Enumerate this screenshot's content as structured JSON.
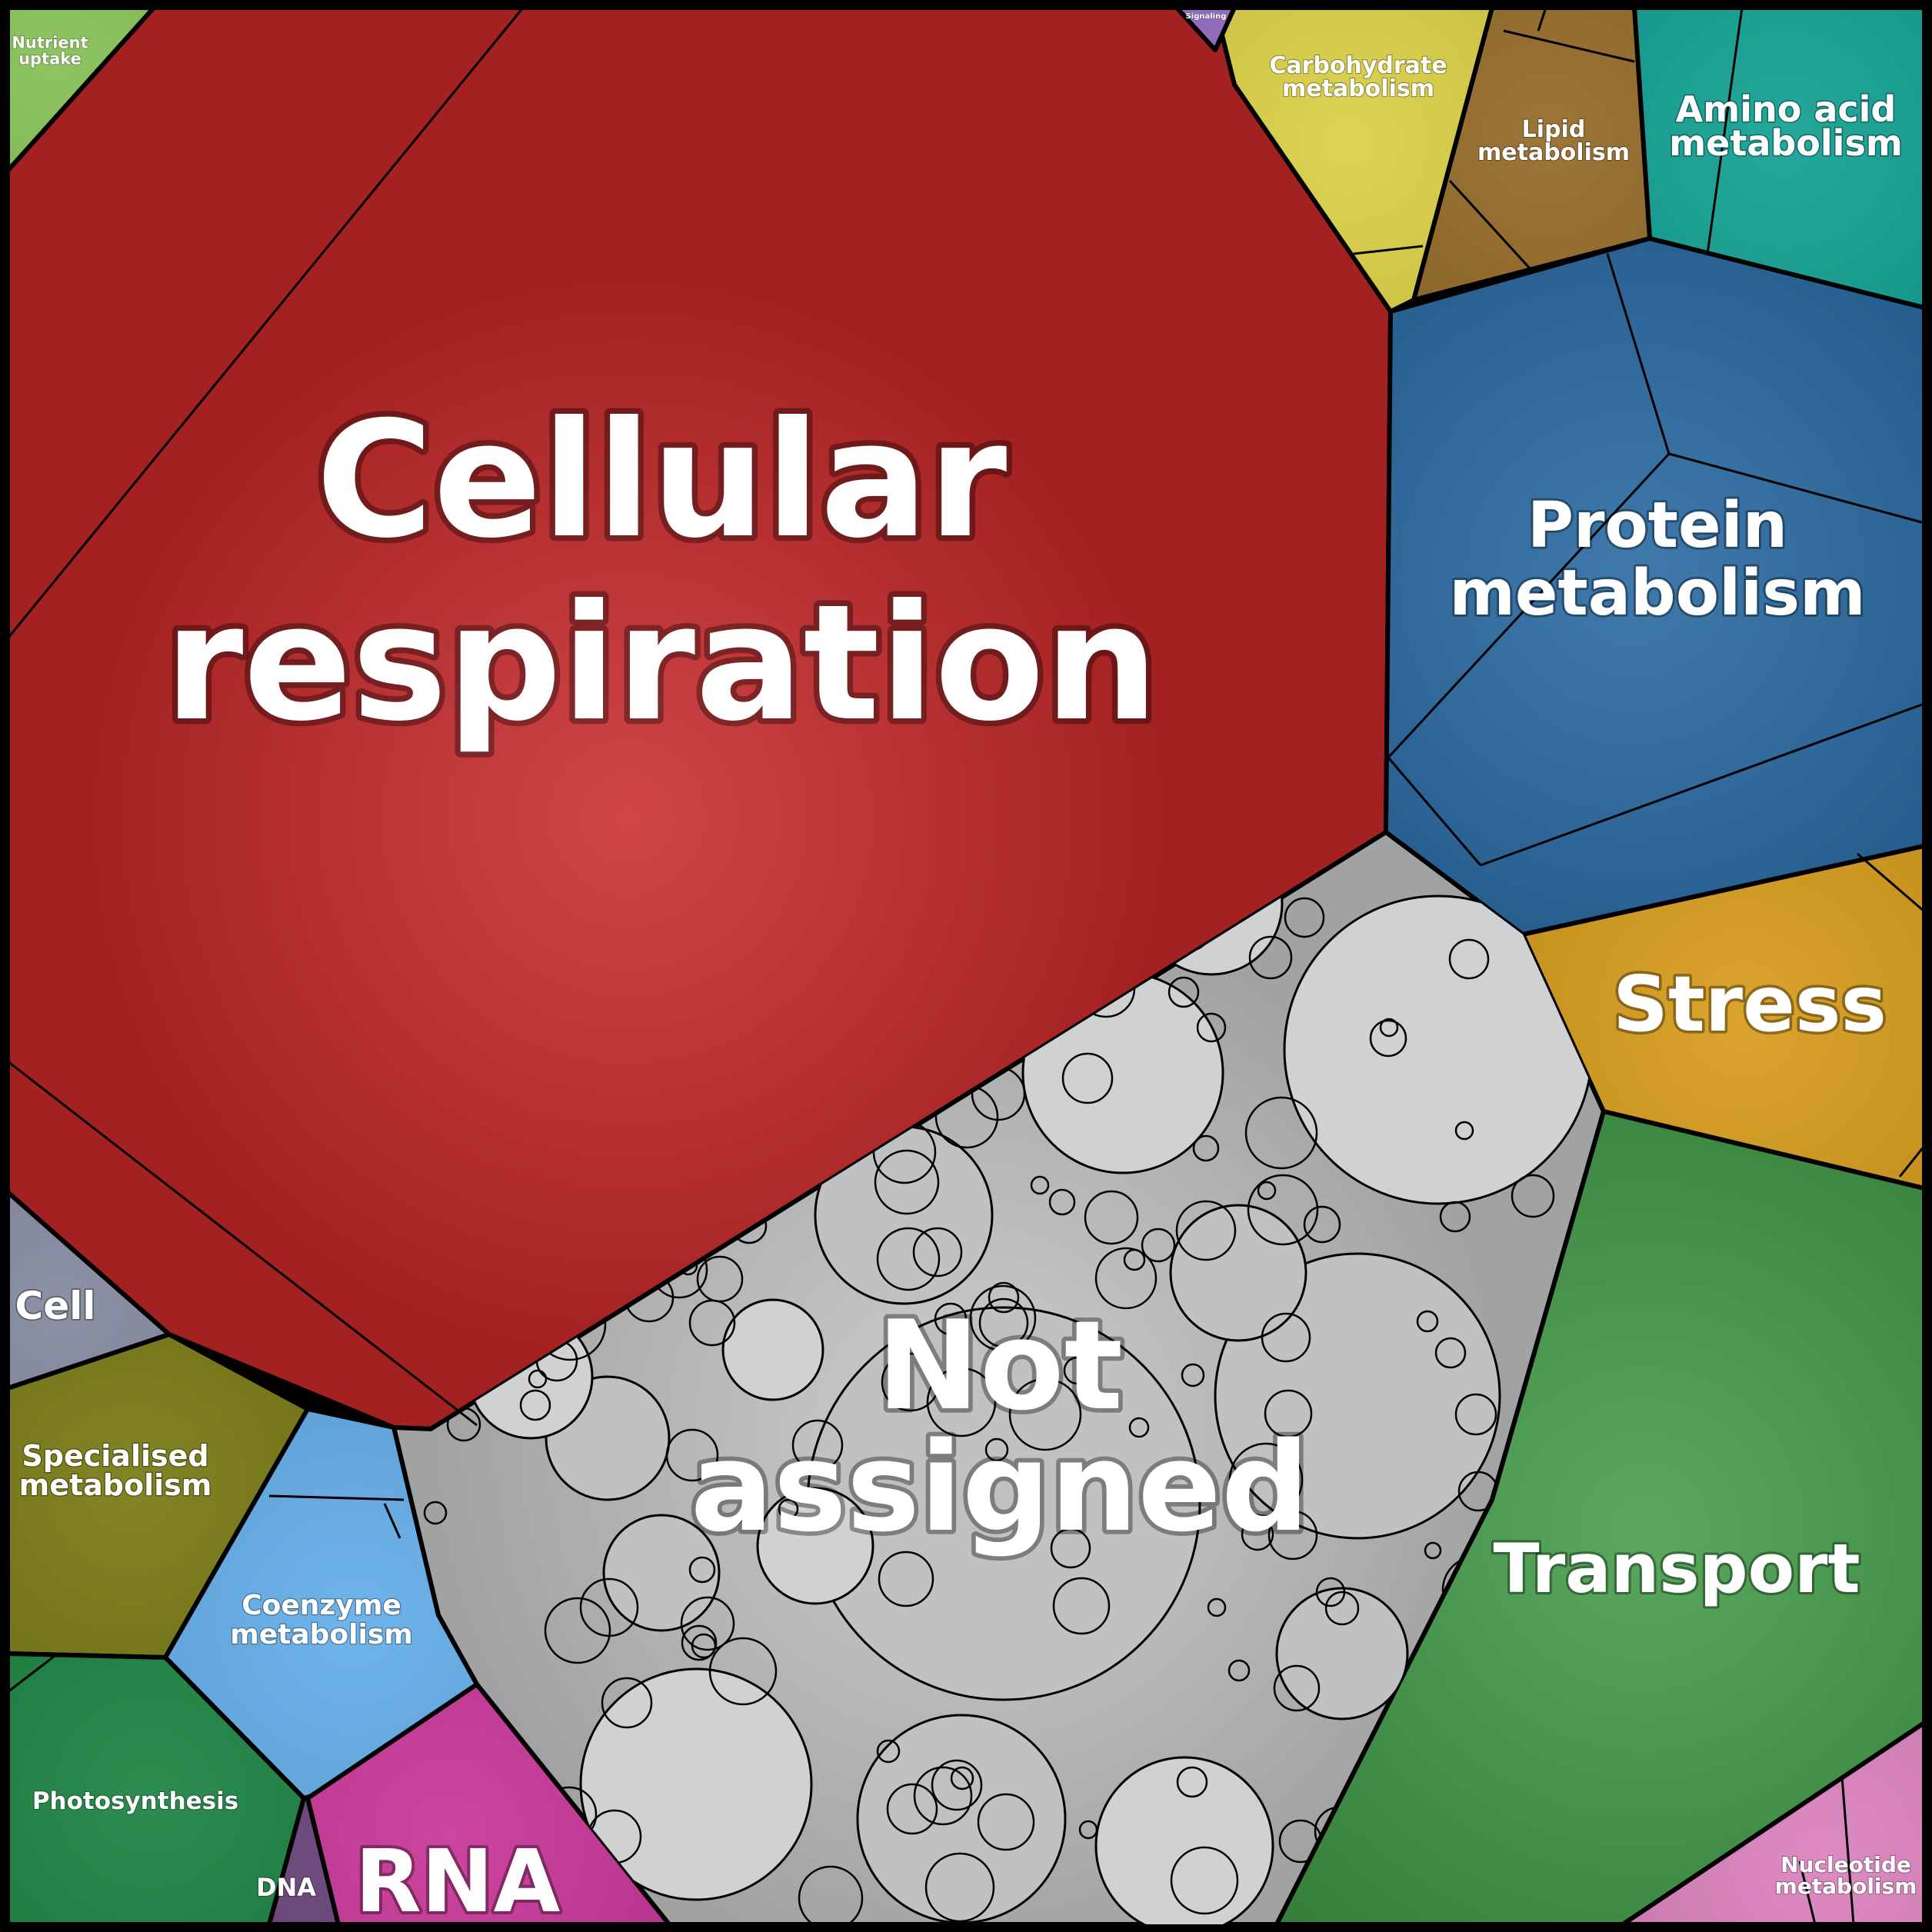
{
  "chart_data": {
    "type": "voronoi-treemap",
    "categories": [
      {
        "id": "cellular-respiration",
        "label": [
          "Cellular",
          "respiration"
        ],
        "color": "#c8282a"
      },
      {
        "id": "not-assigned",
        "label": [
          "Not",
          "assigned"
        ],
        "color": "#c4c6c8"
      },
      {
        "id": "protein-metabolism",
        "label": [
          "Protein",
          "metabolism"
        ],
        "color": "#21649e"
      },
      {
        "id": "transport",
        "label": [
          "Transport"
        ],
        "color": "#3f9a45"
      },
      {
        "id": "stress",
        "label": [
          "Stress"
        ],
        "color": "#d4950c"
      },
      {
        "id": "amino-acid-metabolism",
        "label": [
          "Amino acid",
          "metabolism"
        ],
        "color": "#019a8c"
      },
      {
        "id": "lipid-metabolism",
        "label": [
          "Lipid",
          "metabolism"
        ],
        "color": "#8c6018"
      },
      {
        "id": "carbohydrate-metabolism",
        "label": [
          "Carbohydrate",
          "metabolism"
        ],
        "color": "#d7cc38"
      },
      {
        "id": "nutrient-uptake",
        "label": [
          "Nutrient",
          "uptake"
        ],
        "color": "#7cba48"
      },
      {
        "id": "signaling",
        "label": [
          "Signaling"
        ],
        "color": "#7f55b0"
      },
      {
        "id": "cell",
        "label": [
          "Cell"
        ],
        "color": "#7a7f98"
      },
      {
        "id": "specialised-metabolism",
        "label": [
          "Specialised",
          "metabolism"
        ],
        "color": "#6e7003"
      },
      {
        "id": "coenzyme-metabolism",
        "label": [
          "Coenzyme",
          "metabolism"
        ],
        "color": "#58a8e8"
      },
      {
        "id": "photosynthesis",
        "label": [
          "Photosynthesis"
        ],
        "color": "#0b7a35"
      },
      {
        "id": "dna",
        "label": [
          "DNA"
        ],
        "color": "#58306a"
      },
      {
        "id": "rna",
        "label": [
          "RNA"
        ],
        "color": "#c42890"
      },
      {
        "id": "nucleotide-metabolism",
        "label": [
          "Nucleotide",
          "metabolism"
        ],
        "color": "#d878b8"
      }
    ]
  }
}
